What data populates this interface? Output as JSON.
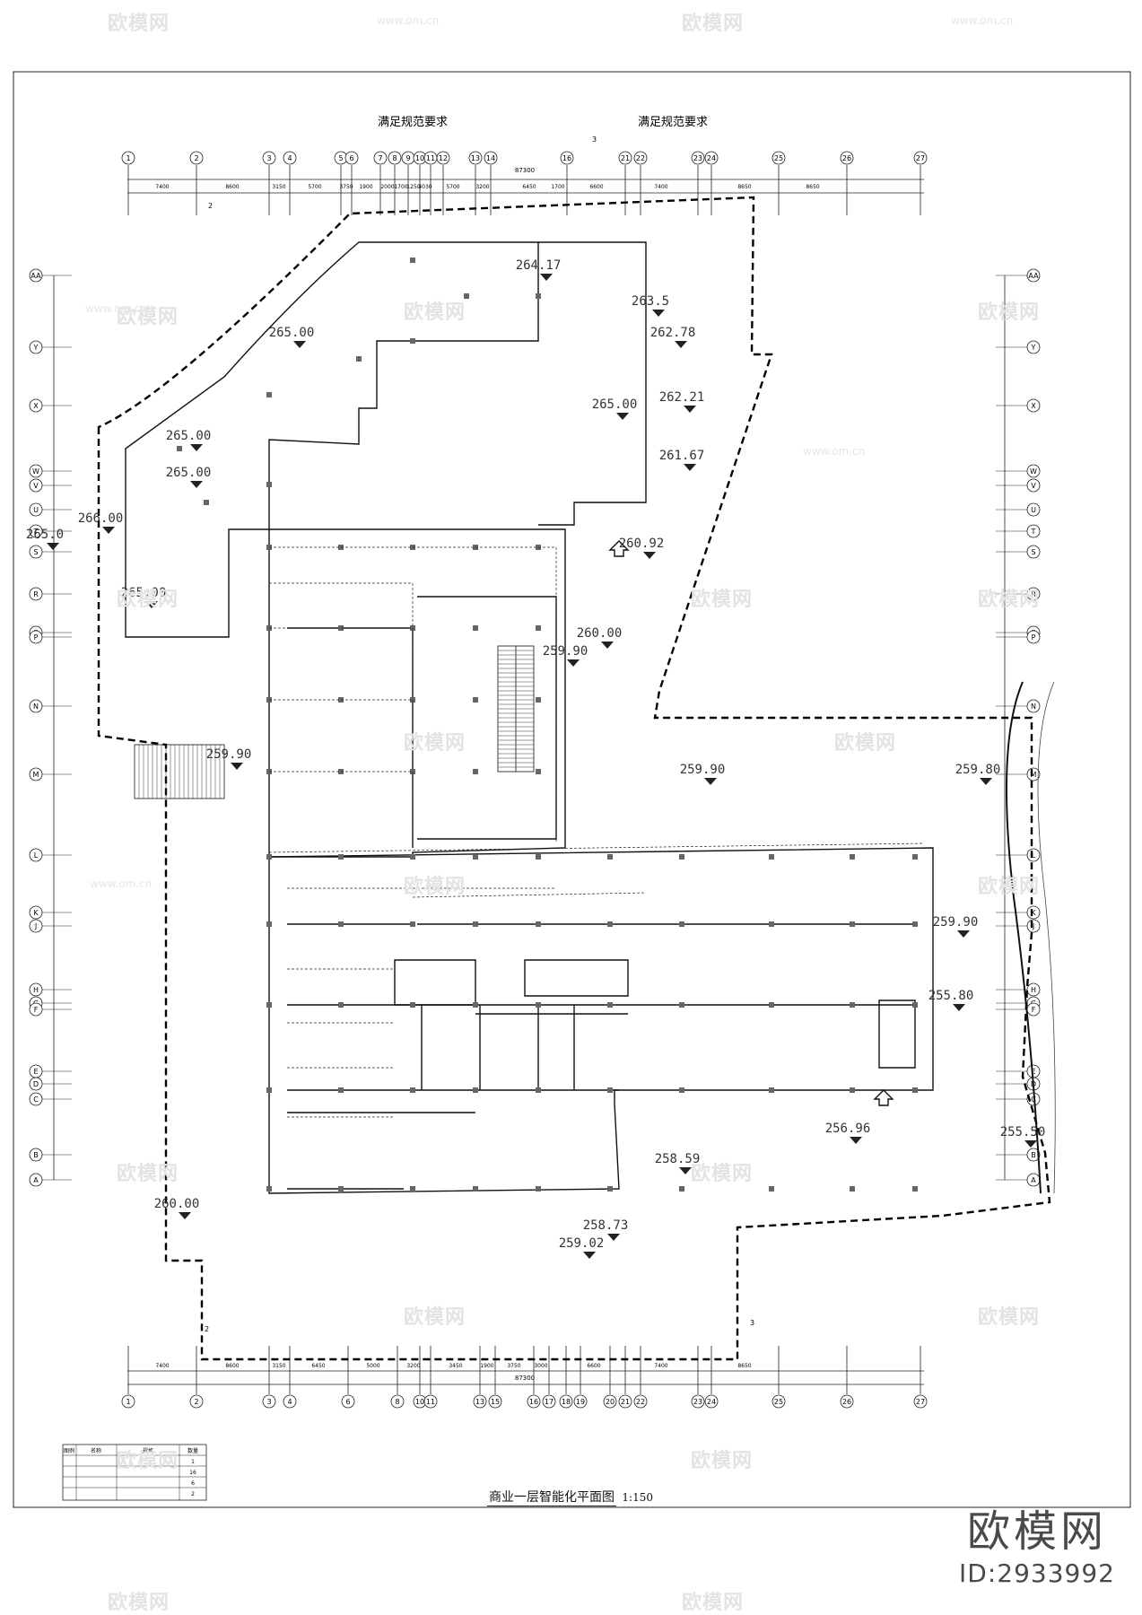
{
  "drawing": {
    "title": "商业一层智能化平面图",
    "scale": "1:150",
    "top_notes": [
      "满足规范要求",
      "满足规范要求"
    ],
    "section_marks": [
      "2",
      "3"
    ],
    "axis_letters": [
      "AA",
      "Y",
      "X",
      "W",
      "V",
      "U",
      "T",
      "S",
      "R",
      "Q",
      "P",
      "N",
      "M",
      "L",
      "K",
      "J",
      "H",
      "G",
      "F",
      "E",
      "D",
      "C",
      "B",
      "A"
    ],
    "axis_numbers_top": [
      "1",
      "2",
      "3",
      "4",
      "5",
      "6",
      "7",
      "8",
      "9",
      "10",
      "11",
      "12",
      "13",
      "14",
      "16",
      "21",
      "22",
      "23",
      "24",
      "25",
      "26",
      "27"
    ],
    "axis_numbers_bottom": [
      "1",
      "2",
      "3",
      "4",
      "6",
      "8",
      "10",
      "11",
      "13",
      "15",
      "16",
      "17",
      "18",
      "19",
      "20",
      "21",
      "22",
      "23",
      "24",
      "25",
      "26",
      "27"
    ],
    "dims_top": [
      "7400",
      "8600",
      "3150",
      "5700",
      "3750",
      "1900",
      "2000",
      "1700",
      "1250",
      "4030",
      "5700",
      "3200",
      "6450",
      "1700",
      "6600",
      "7400",
      "8650",
      "8650"
    ],
    "dims_bottom": [
      "7400",
      "8600",
      "3150",
      "6450",
      "5000",
      "3200",
      "3450",
      "1900",
      "3750",
      "3000",
      "6600",
      "7400",
      "8650"
    ],
    "overall_dim": "87300",
    "elevations": [
      "264.17",
      "265.00",
      "263.5",
      "262.78",
      "262.21",
      "261.67",
      "265.00",
      "265.00",
      "266.00",
      "265.0",
      "265.00",
      "260.92",
      "260.00",
      "259.90",
      "259.90",
      "259.90",
      "259.80",
      "259.90",
      "255.80",
      "256.96",
      "255.50",
      "258.59",
      "260.00",
      "258.73",
      "259.02",
      "265.00"
    ]
  },
  "legend": {
    "headers": [
      "图例",
      "名称",
      "规格",
      "数量"
    ],
    "rows": [
      [
        "",
        "",
        "",
        "1"
      ],
      [
        "",
        "",
        "",
        "16"
      ],
      [
        "",
        "",
        "",
        "6"
      ],
      [
        "",
        "",
        "",
        "2"
      ]
    ]
  },
  "watermark": {
    "site": "欧模网",
    "url": "www.om.cn",
    "brand": "欧模网",
    "id": "ID:2933992"
  }
}
